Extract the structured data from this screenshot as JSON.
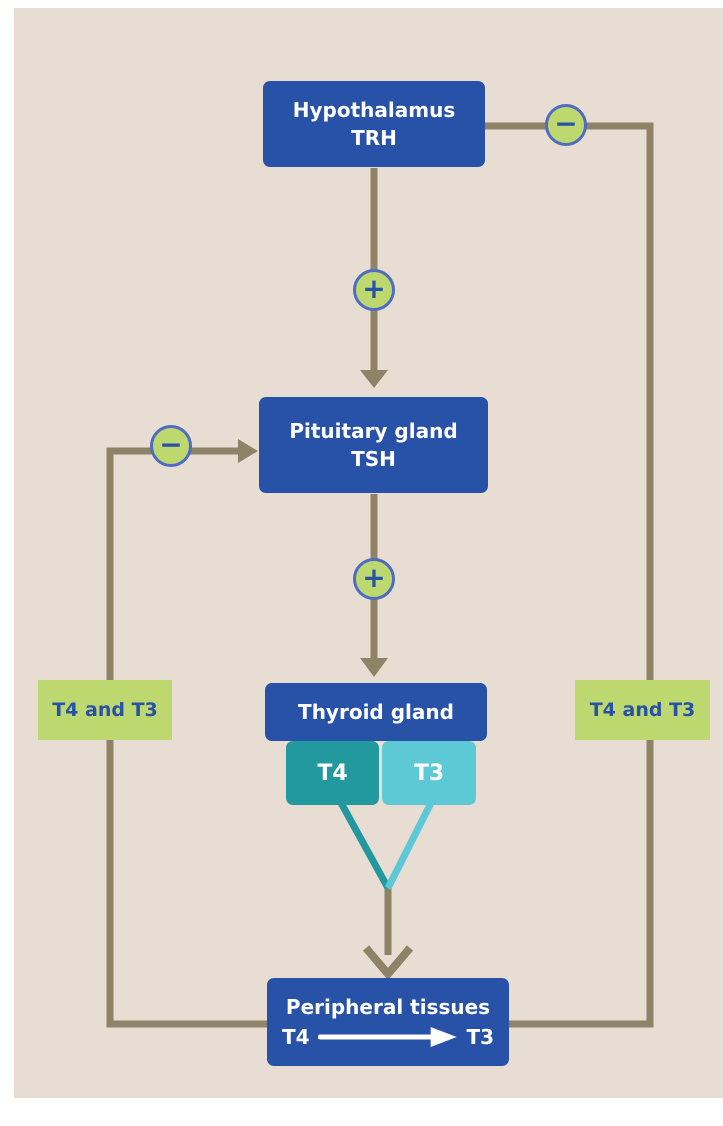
{
  "nodes": {
    "hypothalamus": {
      "title": "Hypothalamus",
      "hormone": "TRH"
    },
    "pituitary": {
      "title": "Pituitary gland",
      "hormone": "TSH"
    },
    "thyroid": {
      "title": "Thyroid gland"
    },
    "thyroid_outputs": {
      "t4": "T4",
      "t3": "T3"
    },
    "peripheral": {
      "title": "Peripheral tissues",
      "from": "T4",
      "to": "T3"
    }
  },
  "feedback_labels": {
    "left": "T4 and T3",
    "right": "T4 and T3"
  },
  "regulators": {
    "stimulate": "+",
    "inhibit": "−"
  },
  "colors": {
    "background": "#e7ddd2",
    "node": "#2752a8",
    "line": "#8e8366",
    "label_bg": "#bcd86e",
    "regulator_border": "#4f6bc2",
    "t4": "#22999f",
    "t3": "#5ec9d6"
  }
}
